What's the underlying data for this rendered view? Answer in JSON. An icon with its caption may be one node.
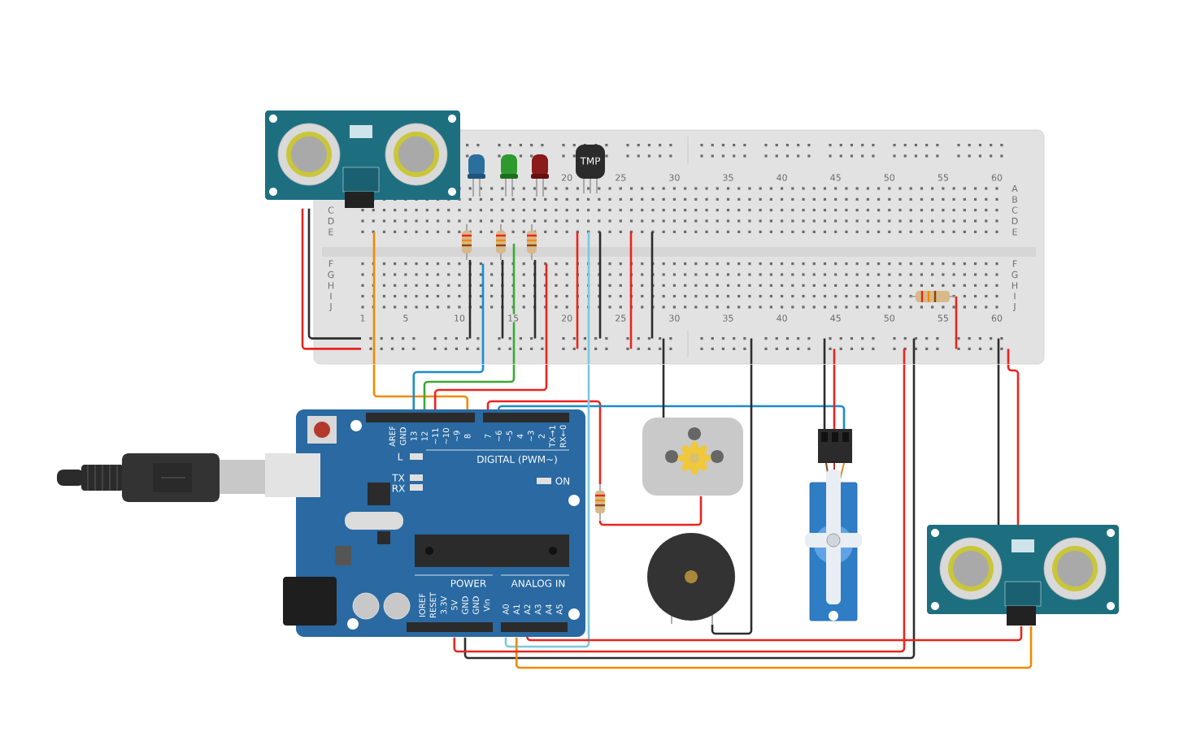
{
  "diagram": {
    "nodes": [
      {
        "text": [],
        "shape": "picture"
      },
      {
        "text": [
          "20",
          "25",
          "30",
          "35",
          "40",
          "45",
          "50",
          "55",
          "60",
          "C",
          "D",
          "E",
          "F",
          "G",
          "H",
          "I",
          "J",
          "A",
          "B",
          "C",
          "D",
          "E",
          "F",
          "G",
          "H",
          "I",
          "J",
          "1",
          "5",
          "10",
          "15",
          "20",
          "25",
          "30",
          "35",
          "40",
          "45",
          "50",
          "55",
          "60"
        ]
      },
      {
        "text": [],
        "shape": "picture",
        "in": 1
      },
      {
        "text": [],
        "shape": "picture",
        "in": 1
      },
      {
        "text": [],
        "shape": "picture",
        "in": 1
      },
      {
        "text": [
          "TMP"
        ],
        "in": 1
      },
      {
        "text": [],
        "shape": "picture",
        "in": 1
      },
      {
        "text": [],
        "shape": "picture",
        "in": 1
      },
      {
        "text": [],
        "shape": "picture",
        "in": 1
      },
      {
        "text": [],
        "shape": "picture",
        "in": 1
      },
      {
        "text": [],
        "shape": "picture"
      },
      {
        "text": [
          "AREF",
          "GND",
          "13",
          "12",
          "~11",
          "~10",
          "~9",
          "8",
          "7",
          "~6",
          "~5",
          "4",
          "~3",
          "2",
          "TX→1",
          "RX←0",
          "L",
          "DIGITAL (PWM~)",
          "TX",
          "RX",
          "ON",
          "IOREF",
          "RESET",
          "3.3V",
          "5V",
          "GND",
          "GND",
          "Vin",
          "POWER",
          "ANALOG IN",
          "A0",
          "A1",
          "A2",
          "A3",
          "A4",
          "A5"
        ]
      },
      {
        "text": [],
        "shape": "picture"
      },
      {
        "text": [],
        "shape": "picture"
      },
      {
        "text": [],
        "shape": "picture"
      },
      {
        "text": [],
        "shape": "picture"
      },
      {
        "text": [],
        "shape": "picture"
      }
    ],
    "edges": [
      {
        "from": 0,
        "to": 1,
        "arrow": "none"
      },
      {
        "from": 0,
        "to": 1,
        "arrow": "none",
        "color": "#2d2d2d"
      },
      {
        "from": 1,
        "to": 11,
        "arrow": "none",
        "color": "#f08a00"
      },
      {
        "from": 1,
        "to": 11,
        "arrow": "none",
        "color": "#1a8ccf"
      },
      {
        "from": 1,
        "to": 11,
        "arrow": "none",
        "color": "#3aaa35"
      },
      {
        "from": 1,
        "to": 11,
        "arrow": "none"
      },
      {
        "from": 11,
        "to": 12,
        "arrow": "none"
      },
      {
        "from": 12,
        "to": 13,
        "arrow": "none"
      },
      {
        "from": 11,
        "to": 14,
        "arrow": "none",
        "color": "#1a8ccf"
      },
      {
        "from": 1,
        "to": 11,
        "arrow": "none",
        "color": "#7cc8de"
      },
      {
        "from": 1,
        "to": 13,
        "arrow": "none",
        "color": "#2d2d2d"
      },
      {
        "from": 1,
        "to": 14,
        "arrow": "none",
        "color": "#2d2d2d"
      },
      {
        "from": 1,
        "to": 14,
        "arrow": "none"
      },
      {
        "from": 1,
        "to": 15,
        "arrow": "none",
        "color": "#2d2d2d"
      },
      {
        "from": 11,
        "to": 1,
        "arrow": "none",
        "color": "#2d2d2d"
      },
      {
        "from": 11,
        "to": 16,
        "arrow": "none",
        "color": "#f08a00"
      },
      {
        "from": 11,
        "to": 16,
        "arrow": "none"
      },
      {
        "from": 11,
        "to": 1,
        "arrow": "none"
      },
      {
        "from": 1,
        "to": 16,
        "arrow": "none",
        "color": "#2d2d2d"
      },
      {
        "from": 1,
        "to": 16,
        "arrow": "none"
      }
    ]
  }
}
